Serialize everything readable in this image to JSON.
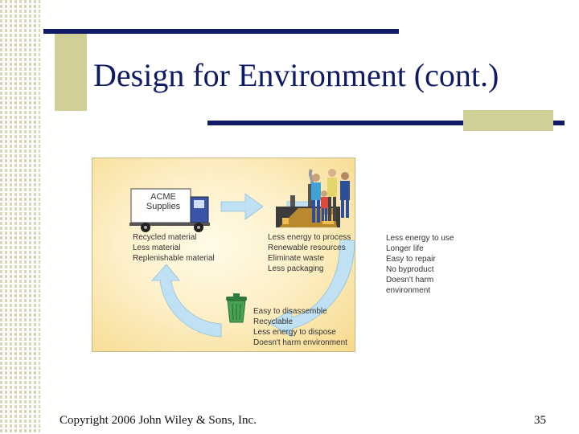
{
  "slide": {
    "title": "Design for Environment (cont.)",
    "footer": "Copyright 2006 John Wiley & Sons, Inc.",
    "page_number": "35"
  },
  "figure": {
    "truck_sign": [
      "ACME",
      "Supplies"
    ],
    "stage_supply": [
      "Recycled material",
      "Less material",
      "Replenishable material"
    ],
    "stage_production": [
      "Less energy to process",
      "Renewable resources",
      "Eliminate waste",
      "Less packaging"
    ],
    "stage_use": [
      "Less energy to use",
      "Longer life",
      "Easy to repair",
      "No byproduct",
      "Doesn't harm",
      "environment"
    ],
    "stage_disposal": [
      "Easy to disassemble",
      "Recyclable",
      "Less energy to dispose",
      "Doesn't harm environment"
    ],
    "colors": {
      "arrow": "#bfe1f3",
      "title": "#0e1a63",
      "rule": "#0e1a63",
      "accent_block": "#d0cf97"
    },
    "icons": [
      "truck-icon",
      "factory-icon",
      "people-icon",
      "trash-can-icon"
    ]
  }
}
